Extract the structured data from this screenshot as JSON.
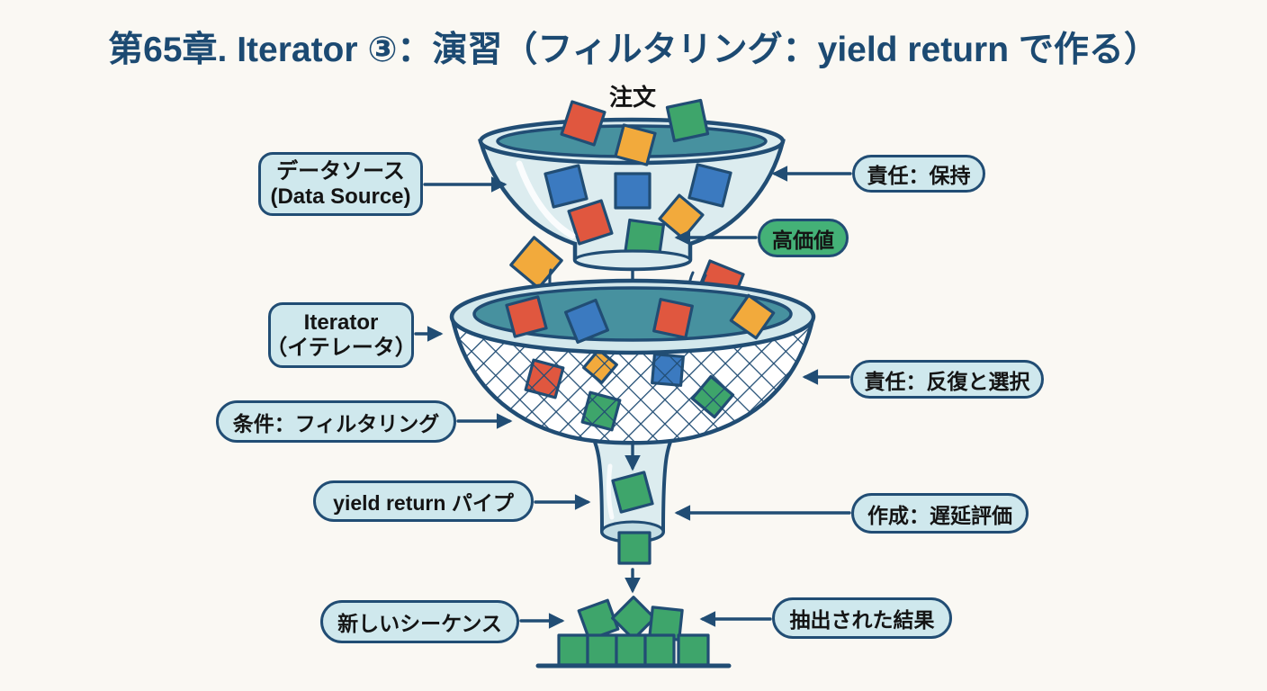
{
  "title": "第65章. Iterator ③：演習（フィルタリング：yield return で作る）",
  "colors": {
    "bg": "#faf8f3",
    "title": "#1c4a72",
    "navy": "#214d74",
    "ink": "#141414",
    "boxbg": "#cfe8ed",
    "greenbox": "#44b177",
    "teal": "#47919f",
    "body": "#dcecef",
    "band": "#d3e8ec",
    "opening": "#c3dde4",
    "red": "#e0573f",
    "blue": "#3b7ac0",
    "yellow": "#f2aa3c",
    "green": "#3ea56b"
  },
  "diagram": {
    "input_label": "注文",
    "left": {
      "data_source": [
        "データソース",
        "(Data Source)"
      ],
      "iterator": [
        "Iterator",
        "（イテレータ）"
      ],
      "condition": "条件：フィルタリング",
      "yield_pipe": "yield return パイプ",
      "new_sequence": "新しいシーケンス"
    },
    "right": {
      "hold": "責任：保持",
      "high_value": "高価値",
      "iterate_select": "責任：反復と選択",
      "lazy_eval": "作成：遅延評価",
      "extracted": "抽出された結果"
    },
    "item_color_meaning": {
      "green": "高価値",
      "red": "注文",
      "blue": "注文",
      "yellow": "注文"
    }
  }
}
